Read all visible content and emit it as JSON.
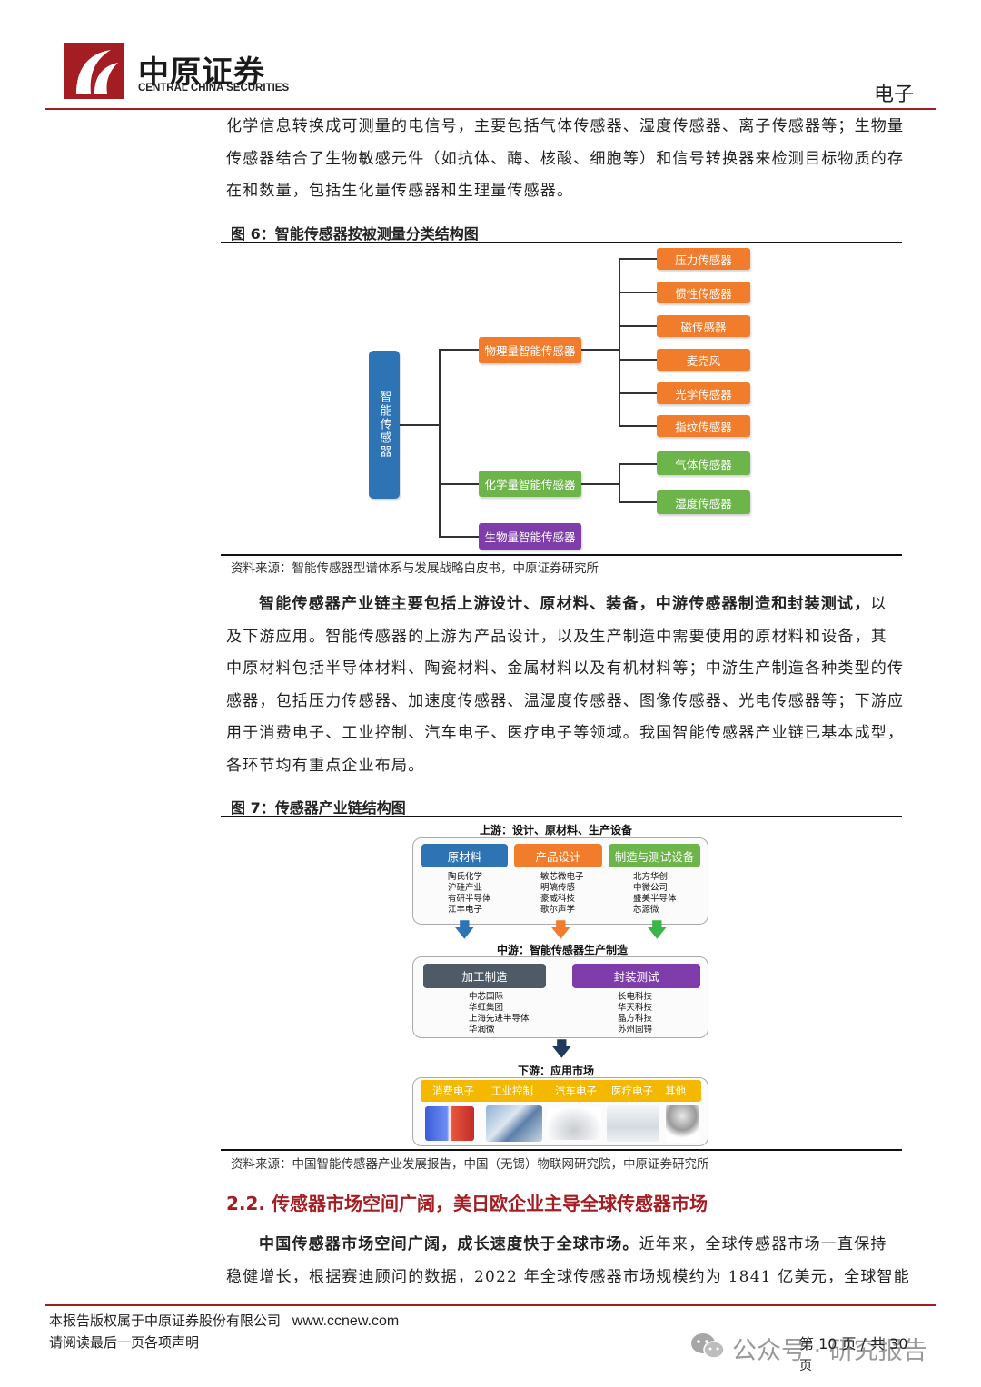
{
  "header": {
    "brand_cn": "中原证券",
    "brand_en": "CENTRAL CHINA SECURITIES",
    "sector": "电子"
  },
  "intro_lines": [
    "化学信息转换成可测量的电信号，主要包括气体传感器、湿度传感器、离子传感器等；生物量",
    "传感器结合了生物敏感元件（如抗体、酶、核酸、细胞等）和信号转换器来检测目标物质的存",
    "在和数量，包括生化量传感器和生理量传感器。"
  ],
  "fig6": {
    "title": "图 6：智能传感器按被测量分类结构图",
    "root": "智能传感器",
    "physical": {
      "label": "物理量智能传感器",
      "children": [
        "压力传感器",
        "惯性传感器",
        "磁传感器",
        "麦克风",
        "光学传感器",
        "指纹传感器"
      ]
    },
    "chemical": {
      "label": "化学量智能传感器",
      "children": [
        "气体传感器",
        "湿度传感器"
      ]
    },
    "biological": {
      "label": "生物量智能传感器"
    },
    "source": "资料来源：智能传感器型谱体系与发展战略白皮书，中原证券研究所"
  },
  "para2": {
    "lead": "智能传感器产业链主要包括上游设计、原材料、装备，中游传感器制造和封装测试，",
    "line1_tail": "以",
    "lines": [
      "及下游应用。智能传感器的上游为产品设计，以及生产制造中需要使用的原材料和设备，其",
      "中原材料包括半导体材料、陶瓷材料、金属材料以及有机材料等；中游生产制造各种类型的传",
      "感器，包括压力传感器、加速度传感器、温湿度传感器、图像传感器、光电传感器等；下游应",
      "用于消费电子、工业控制、汽车电子、医疗电子等领域。我国智能传感器产业链已基本成型，",
      "各环节均有重点企业布局。"
    ]
  },
  "fig7": {
    "title": "图 7：传感器产业链结构图",
    "upstream_label": "上游：设计、原材料、生产设备",
    "upstream": [
      {
        "name": "原材料",
        "companies": [
          "陶氏化学",
          "沪硅产业",
          "有研半导体",
          "江丰电子"
        ]
      },
      {
        "name": "产品设计",
        "companies": [
          "敏芯微电子",
          "明皜传感",
          "豪威科技",
          "歌尔声学"
        ]
      },
      {
        "name": "制造与测试设备",
        "companies": [
          "北方华创",
          "中微公司",
          "盛美半导体",
          "芯源微"
        ]
      }
    ],
    "midstream_label": "中游：智能传感器生产制造",
    "midstream": [
      {
        "name": "加工制造",
        "companies": [
          "中芯国际",
          "华虹集团",
          "上海先进半导体",
          "华润微"
        ]
      },
      {
        "name": "封装测试",
        "companies": [
          "长电科技",
          "华天科技",
          "晶方科技",
          "苏州固锝"
        ]
      }
    ],
    "downstream_label": "下游：应用市场",
    "applications": [
      "消费电子",
      "工业控制",
      "汽车电子",
      "医疗电子",
      "其他"
    ],
    "source": "资料来源：中国智能传感器产业发展报告，中国（无锡）物联网研究院，中原证券研究所"
  },
  "section": {
    "heading": "2.2. 传感器市场空间广阔，美日欧企业主导全球传感器市场",
    "lead": "中国传感器市场空间广阔，成长速度快于全球市场。",
    "line1_tail": "近年来，全球传感器市场一直保持",
    "line2": "稳健增长，根据赛迪顾问的数据，2022 年全球传感器市场规模约为 1841 亿美元，全球智能"
  },
  "footer": {
    "copyright": "本报告版权属于中原证券股份有限公司",
    "website": "www.ccnew.com",
    "notice": "请阅读最后一页各项声明",
    "page": "第 10 页 / 共 30",
    "page_tail": "页",
    "watermark": "公众号 · 研究报告"
  },
  "colors": {
    "brand_red": "#a31d22",
    "orange": "#f07c2c",
    "green": "#6db54a",
    "purple": "#7e3dab",
    "blue": "#2e74b5",
    "dark_gray": "#4e5b67",
    "yellow": "#f5b800"
  }
}
